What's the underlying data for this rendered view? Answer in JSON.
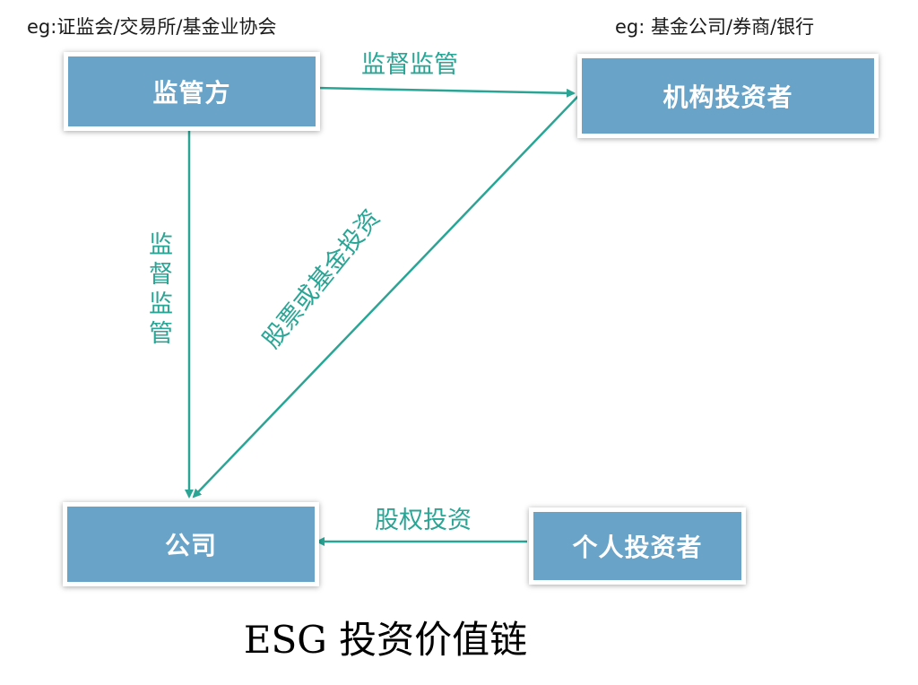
{
  "notes": {
    "left": "eg:证监会/交易所/基金业协会",
    "right": "eg: 基金公司/券商/银行"
  },
  "nodes": {
    "regulator": "监管方",
    "institution": "机构投资者",
    "company": "公司",
    "individual": "个人投资者"
  },
  "edges": {
    "regulator_to_institution": "监督监管",
    "regulator_to_company": "监督监管",
    "institution_to_company": "股票或基金投资",
    "individual_to_company": "股权投资"
  },
  "title": "ESG 投资价值链",
  "colors": {
    "node_fill": "#6aa3c8",
    "arrow": "#2aa595"
  }
}
